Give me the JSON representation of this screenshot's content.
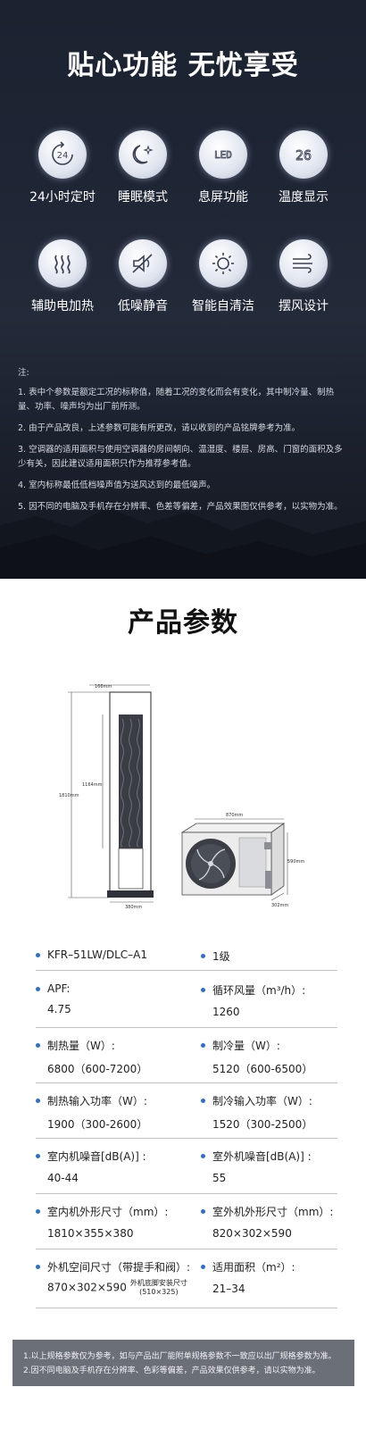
{
  "features": {
    "title": "贴心功能 无忧享受",
    "items": [
      {
        "label": "24小时定时",
        "icon": "timer-24h-icon",
        "glyph": "24"
      },
      {
        "label": "睡眠模式",
        "icon": "moon-icon"
      },
      {
        "label": "息屏功能",
        "icon": "led-icon",
        "glyph": "LED"
      },
      {
        "label": "温度显示",
        "icon": "temperature-display-icon",
        "glyph": "26"
      },
      {
        "label": "辅助电加热",
        "icon": "heat-icon"
      },
      {
        "label": "低噪静音",
        "icon": "mute-icon"
      },
      {
        "label": "智能自清洁",
        "icon": "sun-clean-icon"
      },
      {
        "label": "摆风设计",
        "icon": "wind-icon"
      }
    ]
  },
  "notes": {
    "title": "注:",
    "items": [
      "1. 表中个参数是额定工况的标称值，随着工况的变化而会有变化，其中制冷量、制热量、功率、噪声均为出厂前所测。",
      "2. 由于产品改良，上述参数可能有所更改，请以收到的产品铭牌参考为准。",
      "3. 空调器的适用面积与使用空调器的房间朝向、温湿度、楼层、房高、门窗的面积及多少有关，因此建议适用面积只作为推荐参考值。",
      "4. 室内标称最低低档噪声值为送风达到的最低噪声。",
      "5. 因不同的电脑及手机存在分辨率、色差等偏差，产品效果图仅供参考，以实物为准。"
    ]
  },
  "params": {
    "title": "产品参数",
    "diagram": {
      "indoor_top": "166mm",
      "indoor_height": "1810mm",
      "indoor_panel": "1164mm",
      "indoor_base": "380mm",
      "outdoor_width": "870mm",
      "outdoor_height": "590mm",
      "outdoor_depth": "302mm"
    },
    "rows": [
      {
        "left": {
          "key": "KFR–51LW/DLC–A1",
          "value": ""
        },
        "right": {
          "key": "1级",
          "value": ""
        }
      },
      {
        "left": {
          "key": "APF:",
          "value": "4.75"
        },
        "right": {
          "key": "循环风量（m³/h）:",
          "value": "1260"
        }
      },
      {
        "left": {
          "key": "制热量（W）:",
          "value": "6800（600-7200）"
        },
        "right": {
          "key": "制冷量（W）:",
          "value": "5120（600-6500）"
        }
      },
      {
        "left": {
          "key": "制热输入功率（W）:",
          "value": "1900（300-2600）"
        },
        "right": {
          "key": "制冷输入功率（W）:",
          "value": "1520（300-2500）"
        }
      },
      {
        "left": {
          "key": "室内机噪音[dB(A)] :",
          "value": "40-44"
        },
        "right": {
          "key": "室外机噪音[dB(A)] :",
          "value": "55"
        }
      },
      {
        "left": {
          "key": "室内机外形尺寸（mm）:",
          "value": "1810×355×380"
        },
        "right": {
          "key": "室外机外形尺寸（mm）:",
          "value": "820×302×590"
        }
      },
      {
        "left": {
          "key": "外机空间尺寸（带提手和阀）:",
          "value": "870×302×590",
          "note1": "外机底脚安装尺寸",
          "note2": "(510×325)"
        },
        "right": {
          "key": "适用面积（m²）:",
          "value": "21–34"
        }
      }
    ]
  },
  "footnote": [
    "1.以上规格参数仅为参考，如与产品出厂能附单规格参数不一致应以出厂规格参数为准。",
    "2.因不同电脑及手机存在分辨率、色彩等偏差，产品效果仅供参考，请以实物为准。"
  ],
  "colors": {
    "dark_bg": "#1e2534",
    "bullet": "#2b6fd6",
    "icon_stroke": "#3a4254",
    "footnote_bg": "#6b6f78"
  }
}
